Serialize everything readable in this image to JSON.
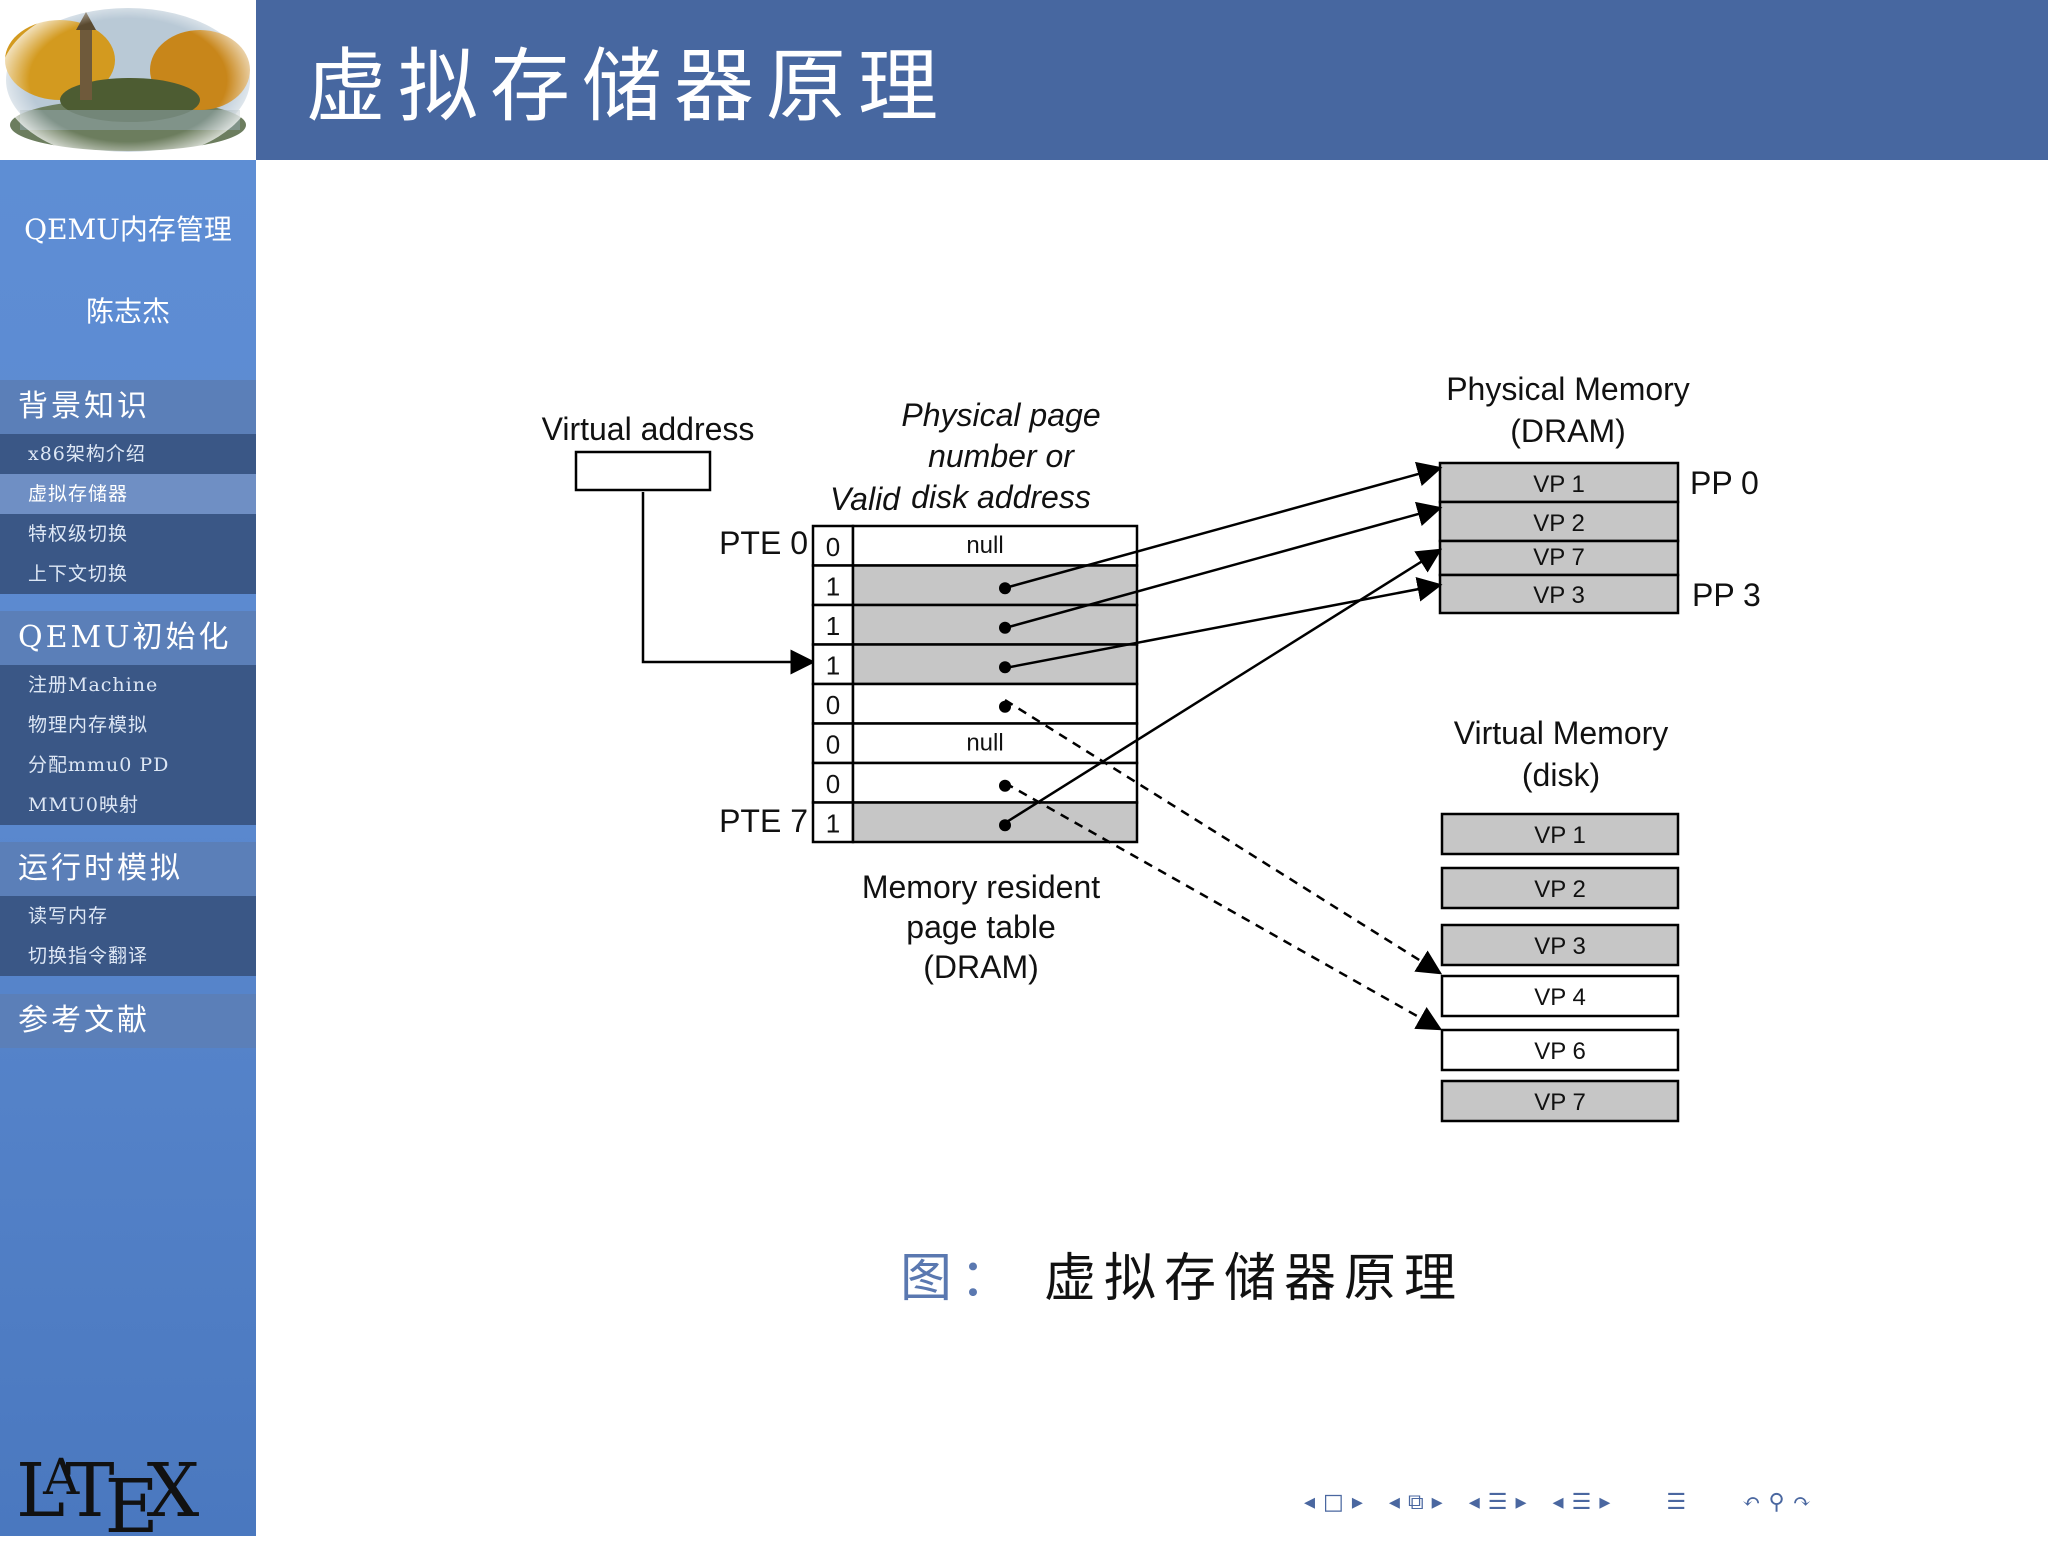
{
  "header": {
    "title": "虚拟存储器原理"
  },
  "sidebar": {
    "talk_title": "QEMU内存管理",
    "author": "陈志杰",
    "sections": [
      {
        "title": "背景知识",
        "items": [
          "x86架构介绍",
          "虚拟存储器",
          "特权级切换",
          "上下文切换"
        ]
      },
      {
        "title": "QEMU初始化",
        "items": [
          "注册Machine",
          "物理内存模拟",
          "分配mmu0 PD",
          "MMU0映射"
        ]
      },
      {
        "title": "运行时模拟",
        "items": [
          "读写内存",
          "切换指令翻译"
        ]
      },
      {
        "title": "参考文献",
        "items": []
      }
    ],
    "active_item": "虚拟存储器",
    "footer_logo": "LATEX"
  },
  "diagram": {
    "virtual_address_label": "Virtual address",
    "column_header": [
      "Physical page",
      "number or",
      "disk address"
    ],
    "valid_label": "Valid",
    "pte_first_label": "PTE 0",
    "pte_last_label": "PTE 7",
    "page_table_rows": [
      {
        "valid": "0",
        "content": "null",
        "shaded": false
      },
      {
        "valid": "1",
        "content": "",
        "shaded": true
      },
      {
        "valid": "1",
        "content": "",
        "shaded": true
      },
      {
        "valid": "1",
        "content": "",
        "shaded": true
      },
      {
        "valid": "0",
        "content": "",
        "shaded": false
      },
      {
        "valid": "0",
        "content": "null",
        "shaded": false
      },
      {
        "valid": "0",
        "content": "",
        "shaded": false
      },
      {
        "valid": "1",
        "content": "",
        "shaded": true
      }
    ],
    "page_table_caption": [
      "Memory resident",
      "page table",
      "(DRAM)"
    ],
    "physical_memory_title": [
      "Physical Memory",
      "(DRAM)"
    ],
    "physical_pages": [
      "VP 1",
      "VP 2",
      "VP 7",
      "VP 3"
    ],
    "pp_labels": [
      "PP 0",
      "PP 3"
    ],
    "virtual_memory_title": [
      "Virtual Memory",
      "(disk)"
    ],
    "virtual_pages": [
      {
        "label": "VP 1",
        "shaded": true
      },
      {
        "label": "VP 2",
        "shaded": true
      },
      {
        "label": "VP 3",
        "shaded": true
      },
      {
        "label": "VP 4",
        "shaded": false
      },
      {
        "label": "VP 6",
        "shaded": false
      },
      {
        "label": "VP 7",
        "shaded": true
      }
    ]
  },
  "caption": {
    "prefix": "图：",
    "text": "虚拟存储器原理"
  },
  "navigation": {
    "icons": [
      "nav-prev-arrow-icon",
      "frame-icon",
      "nav-next-arrow-icon",
      "nav-prev-arrow-icon",
      "subsection-icon",
      "nav-next-arrow-icon",
      "nav-prev-arrow-icon",
      "section-icon",
      "nav-next-arrow-icon",
      "nav-prev-arrow-icon",
      "document-icon",
      "nav-next-arrow-icon",
      "toc-icon",
      "undo-icon",
      "search-icon",
      "redo-icon"
    ]
  },
  "colors": {
    "header_bg": "#4767a0",
    "sidebar_bg": "#5b89cf",
    "shade": "#c6c6c6"
  }
}
